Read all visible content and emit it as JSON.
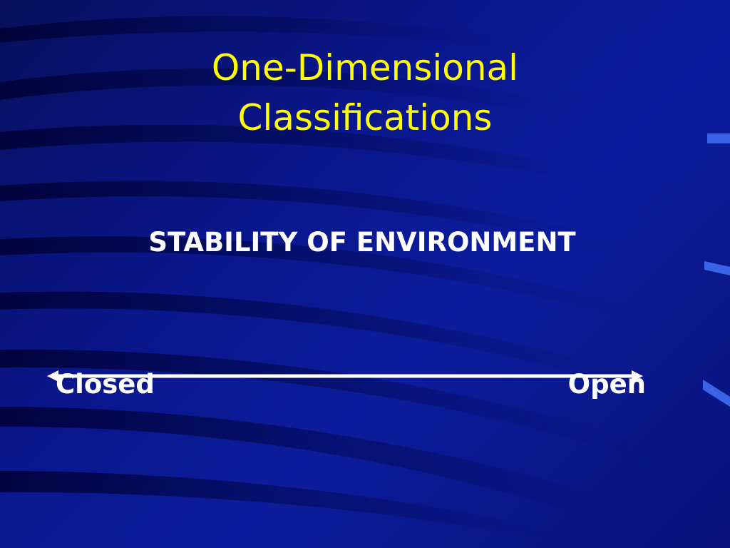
{
  "slide": {
    "title_line1": "One-Dimensional",
    "title_line2": "Classifications",
    "subtitle": "STABILITY OF ENVIRONMENT",
    "continuum": {
      "left_label": "Closed",
      "right_label": "Open"
    }
  },
  "colors": {
    "title": "#ffff00",
    "text": "#ffffff",
    "background": "#0a168a"
  }
}
